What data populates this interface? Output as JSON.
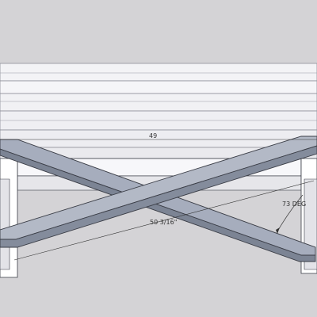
{
  "dimensions": {
    "top_length": "49",
    "diagonal_length": "50 3/16\"",
    "angle": "73 DEG"
  },
  "colors": {
    "background": "#d4d3d6",
    "tabletop": "#f3f3f6",
    "board_line": "#8e8f99",
    "leg_face": "#ffffff",
    "brace_top": "#a6adbd",
    "brace_side": "#7c8494",
    "outline": "#3a3d46",
    "dimension_line": "#333333"
  }
}
